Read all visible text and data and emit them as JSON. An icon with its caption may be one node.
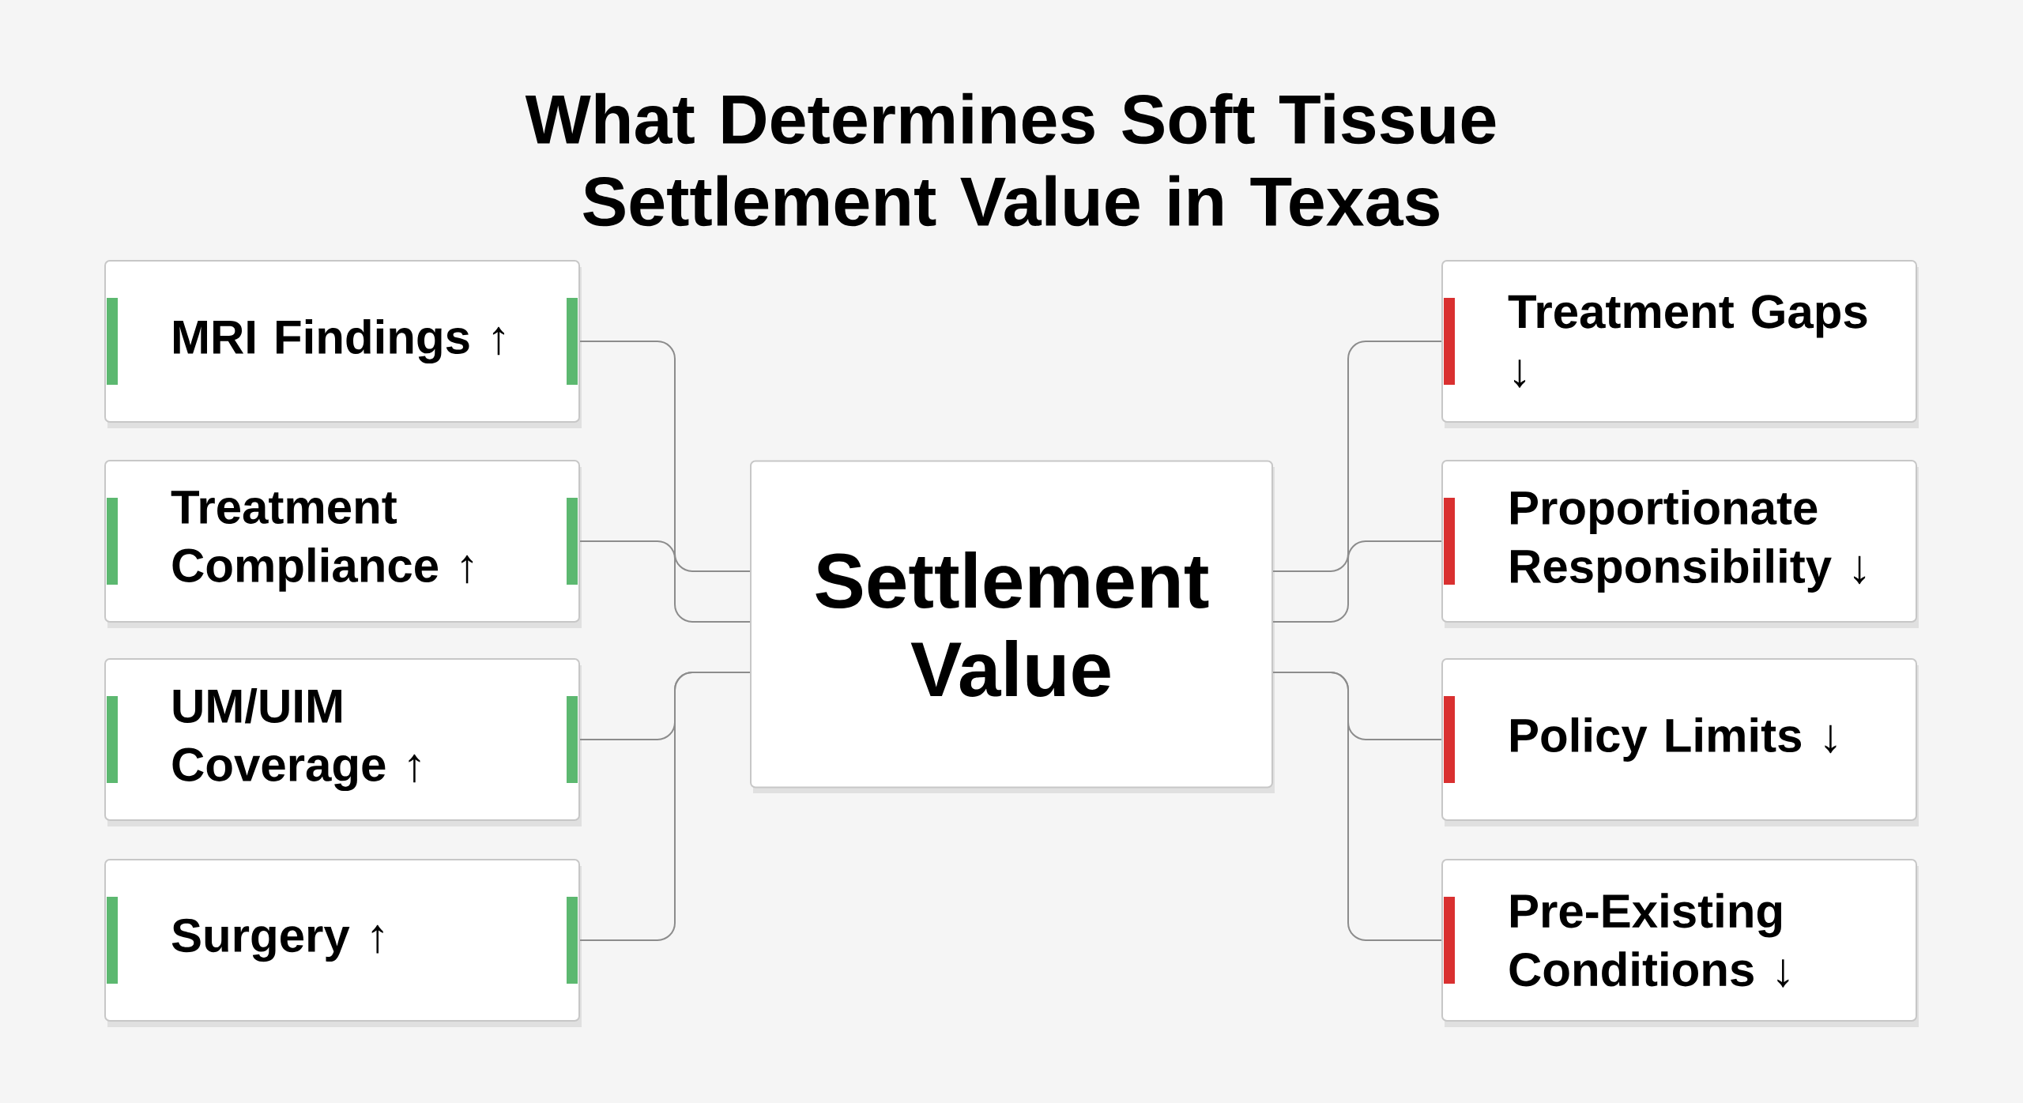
{
  "diagram": {
    "title": "What Determines Soft Tissue Settlement Value in Texas",
    "nodes": [
      {
        "text": [
          "Settlement Value"
        ]
      },
      {
        "text": [
          "MRI Findings ↑"
        ]
      },
      {
        "text": [
          "Treatment Compliance ↑"
        ]
      },
      {
        "text": [
          "UM/UIM Coverage ↑"
        ]
      },
      {
        "text": [
          "Surgery ↑"
        ]
      },
      {
        "text": [
          "Treatment Gaps ↓"
        ]
      },
      {
        "text": [
          "Proportionate Responsibility ↓"
        ]
      },
      {
        "text": [
          "Policy Limits ↓"
        ]
      },
      {
        "text": [
          "Pre-Existing Conditions ↓"
        ]
      }
    ],
    "edges": [
      {
        "from": 1,
        "to": 0,
        "arrow": "none"
      },
      {
        "from": 2,
        "to": 0,
        "arrow": "none"
      },
      {
        "from": 3,
        "to": 0,
        "arrow": "none"
      },
      {
        "from": 4,
        "to": 0,
        "arrow": "none"
      },
      {
        "from": 5,
        "to": 0,
        "arrow": "none"
      },
      {
        "from": 6,
        "to": 0,
        "arrow": "none"
      },
      {
        "from": 7,
        "to": 0,
        "arrow": "none"
      },
      {
        "from": 8,
        "to": 0,
        "arrow": "none"
      }
    ]
  }
}
